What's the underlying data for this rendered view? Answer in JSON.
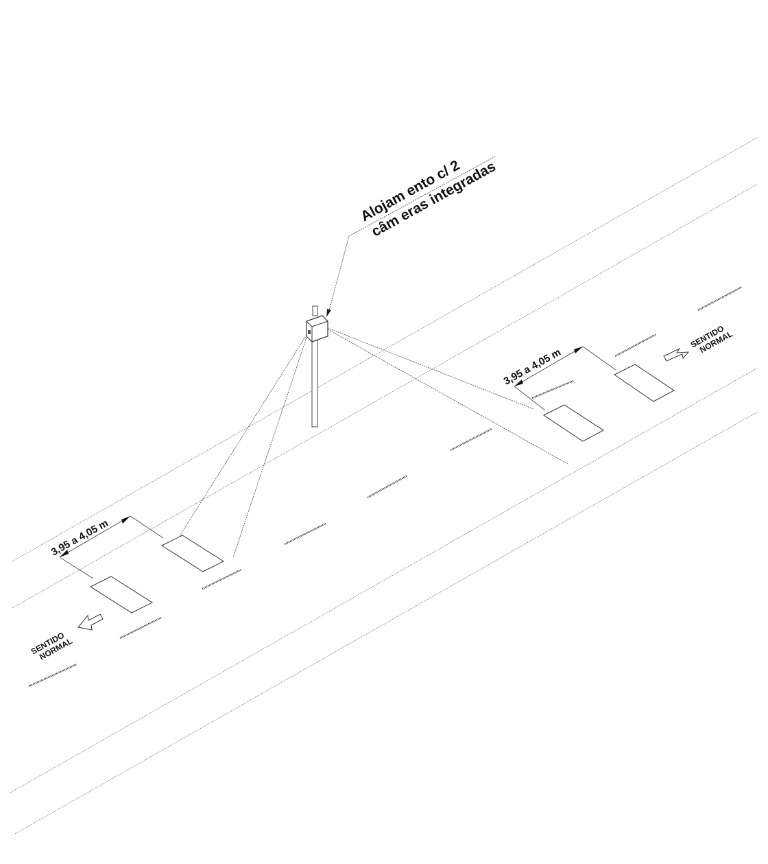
{
  "diagram": {
    "callout": {
      "line1": "Alojam ento c/ 2",
      "line2": "câm eras integradas"
    },
    "measure_left": "3,95 a 4,05 m",
    "measure_right": "3,95 a 4,05 m",
    "direction_left": {
      "line1": "SENTIDO",
      "line2": "NORMAL"
    },
    "direction_right": {
      "line1": "SENTIDO",
      "line2": "NORMAL"
    }
  }
}
